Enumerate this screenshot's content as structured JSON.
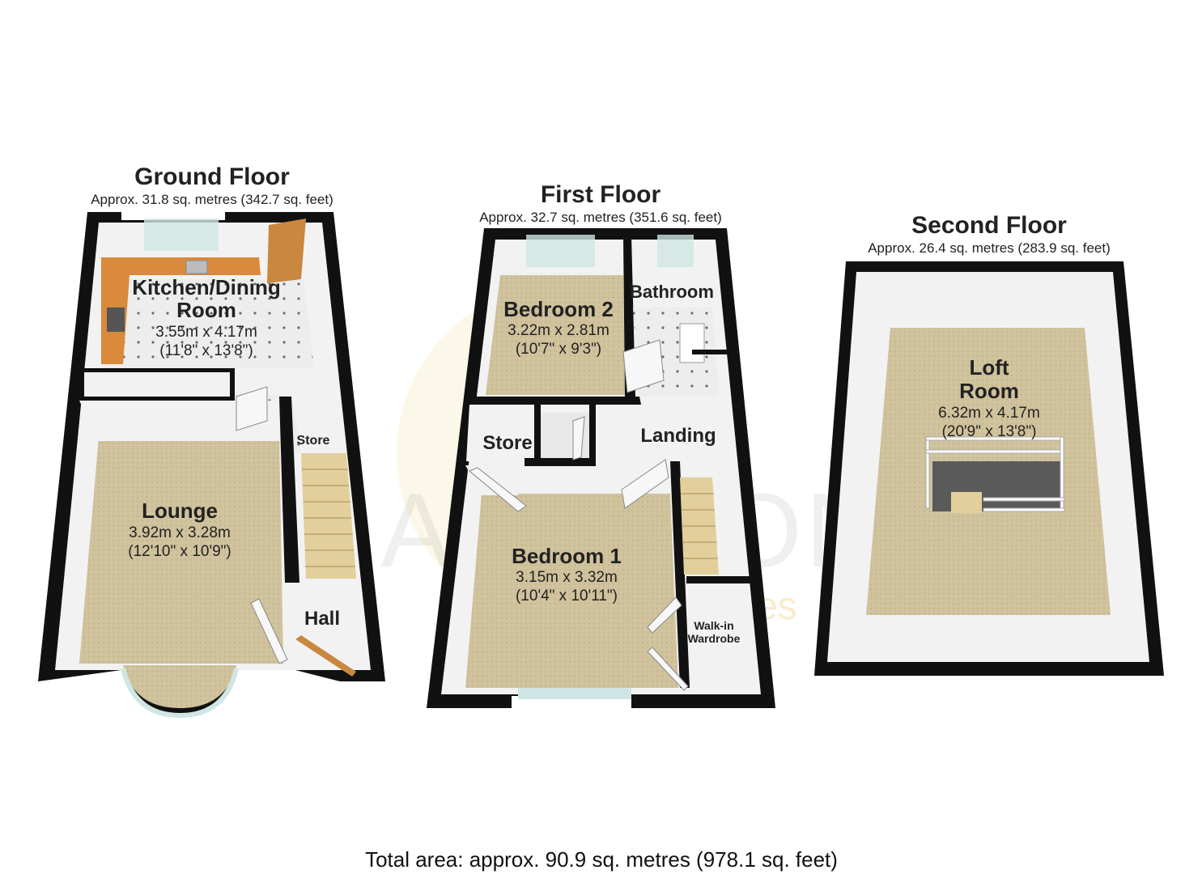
{
  "watermark": {
    "brand": "AWILSON",
    "sub": "estates"
  },
  "floors": {
    "ground": {
      "title": "Ground Floor",
      "area": "Approx. 31.8 sq. metres (342.7 sq. feet)",
      "rooms": {
        "kitchen": {
          "name_line1": "Kitchen/Dining",
          "name_line2": "Room",
          "metric": "3.55m x 4.17m",
          "imperial": "(11'8\" x 13'8\")"
        },
        "lounge": {
          "name": "Lounge",
          "metric": "3.92m x 3.28m",
          "imperial": "(12'10\" x 10'9\")"
        },
        "store": {
          "name": "Store"
        },
        "hall": {
          "name": "Hall"
        }
      }
    },
    "first": {
      "title": "First Floor",
      "area": "Approx. 32.7 sq. metres (351.6 sq. feet)",
      "rooms": {
        "bedroom2": {
          "name": "Bedroom 2",
          "metric": "3.22m x 2.81m",
          "imperial": "(10'7\" x 9'3\")"
        },
        "bathroom": {
          "name": "Bathroom"
        },
        "store": {
          "name": "Store"
        },
        "landing": {
          "name": "Landing"
        },
        "bedroom1": {
          "name": "Bedroom 1",
          "metric": "3.15m x 3.32m",
          "imperial": "(10'4\" x 10'11\")"
        },
        "wardrobe": {
          "name_line1": "Walk-in",
          "name_line2": "Wardrobe"
        }
      }
    },
    "second": {
      "title": "Second Floor",
      "area": "Approx. 26.4 sq. metres (283.9 sq. feet)",
      "rooms": {
        "loft": {
          "name_line1": "Loft",
          "name_line2": "Room",
          "metric": "6.32m x 4.17m",
          "imperial": "(20'9\" x 13'8\")"
        }
      }
    }
  },
  "total": "Total area: approx. 90.9 sq. metres (978.1 sq. feet)",
  "colors": {
    "wall": "#111111",
    "wall_face": "#f4f4f4",
    "carpet": "#cdbf98",
    "tile": "#ededed",
    "worktop": "#d98a3a",
    "stairs": "#e2cf9c",
    "door": "#c9873f",
    "glass": "#cfe6e4"
  }
}
